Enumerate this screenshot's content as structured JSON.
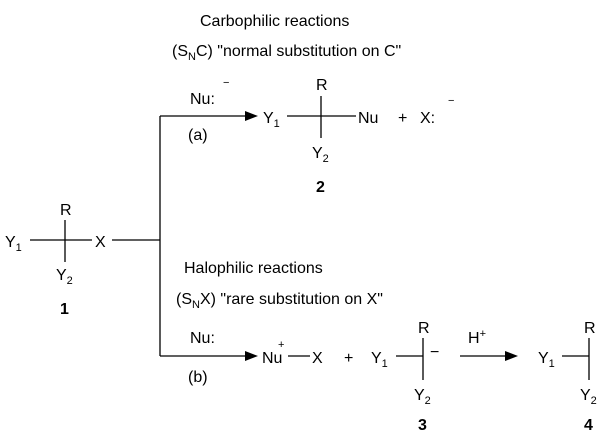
{
  "headings": {
    "carbophilic_title": "Carbophilic reactions",
    "carbophilic_mech_open": "(S",
    "carbophilic_mech_sub": "N",
    "carbophilic_mech_rest": "C) \"normal substitution on C\"",
    "halophilic_title": "Halophilic reactions",
    "halophilic_mech_open": "(S",
    "halophilic_mech_sub": "N",
    "halophilic_mech_rest": "X) \"rare substitution on X\""
  },
  "arrows": {
    "upper_reagent": "Nu:",
    "upper_reagent_charge": "−",
    "upper_label": "(a)",
    "lower_reagent": "Nu:",
    "lower_label": "(b)",
    "final_reagent": "H",
    "final_reagent_charge": "+"
  },
  "compounds": {
    "c1": {
      "R": "R",
      "Y": "Y",
      "Y1_sub": "1",
      "Y2_sub": "2",
      "X": "X",
      "number": "1"
    },
    "c2": {
      "R": "R",
      "Y": "Y",
      "Y1_sub": "1",
      "Y2_sub": "2",
      "Nu": "Nu",
      "number": "2"
    },
    "c3": {
      "R": "R",
      "Y": "Y",
      "Y1_sub": "1",
      "Y2_sub": "2",
      "charge": "−",
      "number": "3"
    },
    "c4": {
      "R": "R",
      "Y": "Y",
      "Y1_sub": "1",
      "Y2_sub": "2",
      "number": "4"
    }
  },
  "byproducts": {
    "plus_a": "+",
    "leaving_group": "X:",
    "leaving_charge": "−",
    "nu_x_nu": "Nu",
    "nu_x_charge": "+",
    "nu_x_x": "X",
    "plus_b": "+"
  }
}
